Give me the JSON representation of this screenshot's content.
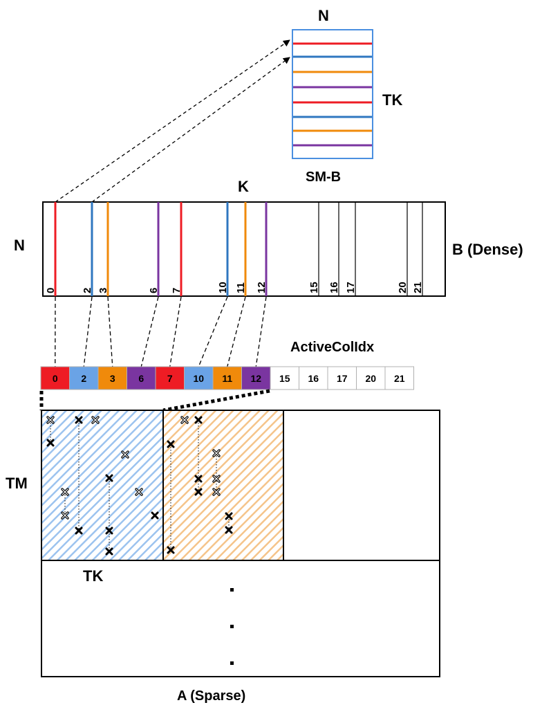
{
  "labels": {
    "smb_n": "N",
    "smb_tk": "TK",
    "smb_name": "SM-B",
    "b_k": "K",
    "b_n": "N",
    "b_name": "B (Dense)",
    "active_name": "ActiveColIdx",
    "a_tm": "TM",
    "a_tk": "TK",
    "a_name": "A (Sparse)"
  },
  "colors": {
    "red": "#ee1c24",
    "blue": "#2f77c0",
    "light_blue": "#6aa3e6",
    "orange": "#f08a0b",
    "purple": "#7a35a0",
    "smb_border": "#4a8fe0",
    "hatch_blue": "#9cc3ef",
    "hatch_orange": "#f5c48a"
  },
  "smb_rows": [
    "red",
    "blue",
    "orange",
    "purple",
    "red",
    "blue",
    "orange",
    "purple"
  ],
  "b_columns": [
    {
      "idx": "0",
      "color": "red"
    },
    {
      "idx": "2",
      "color": "blue"
    },
    {
      "idx": "3",
      "color": "orange"
    },
    {
      "idx": "6",
      "color": "purple"
    },
    {
      "idx": "7",
      "color": "red"
    },
    {
      "idx": "10",
      "color": "blue"
    },
    {
      "idx": "11",
      "color": "orange"
    },
    {
      "idx": "12",
      "color": "purple"
    },
    {
      "idx": "15",
      "color": "black"
    },
    {
      "idx": "16",
      "color": "black"
    },
    {
      "idx": "17",
      "color": "black"
    },
    {
      "idx": "20",
      "color": "black"
    },
    {
      "idx": "21",
      "color": "black"
    }
  ],
  "active_cells": [
    {
      "val": "0",
      "fill": "red"
    },
    {
      "val": "2",
      "fill": "light_blue"
    },
    {
      "val": "3",
      "fill": "orange"
    },
    {
      "val": "6",
      "fill": "purple"
    },
    {
      "val": "7",
      "fill": "red"
    },
    {
      "val": "10",
      "fill": "light_blue"
    },
    {
      "val": "11",
      "fill": "orange"
    },
    {
      "val": "12",
      "fill": "purple"
    },
    {
      "val": "15",
      "fill": "white"
    },
    {
      "val": "16",
      "fill": "white"
    },
    {
      "val": "17",
      "fill": "white"
    },
    {
      "val": "20",
      "fill": "white"
    },
    {
      "val": "21",
      "fill": "white"
    }
  ],
  "dots_text": ". . ."
}
